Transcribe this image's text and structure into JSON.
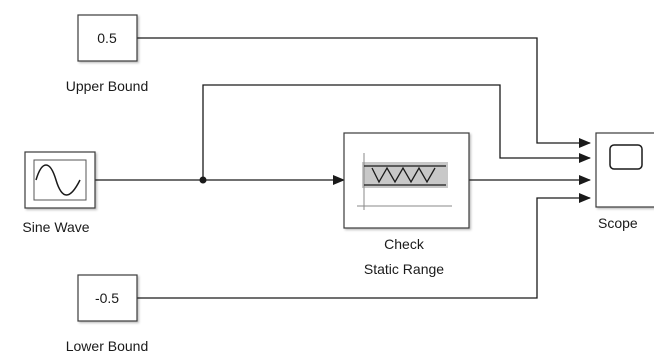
{
  "blocks": {
    "upper_bound": {
      "value": "0.5",
      "label": "Upper Bound"
    },
    "sine_wave": {
      "label": "Sine Wave"
    },
    "check_static_range": {
      "label_line1": "Check",
      "label_line2": "Static Range"
    },
    "lower_bound": {
      "value": "-0.5",
      "label": "Lower Bound"
    },
    "scope": {
      "label": "Scope"
    }
  },
  "icons": {
    "sine_wave": "sine-wave-icon",
    "check_static_range": "static-range-icon",
    "scope": "scope-screen-icon"
  },
  "colors": {
    "line": "#1a1a1a",
    "block_border": "#3a3a3a",
    "range_band": "#c8c8c8"
  }
}
